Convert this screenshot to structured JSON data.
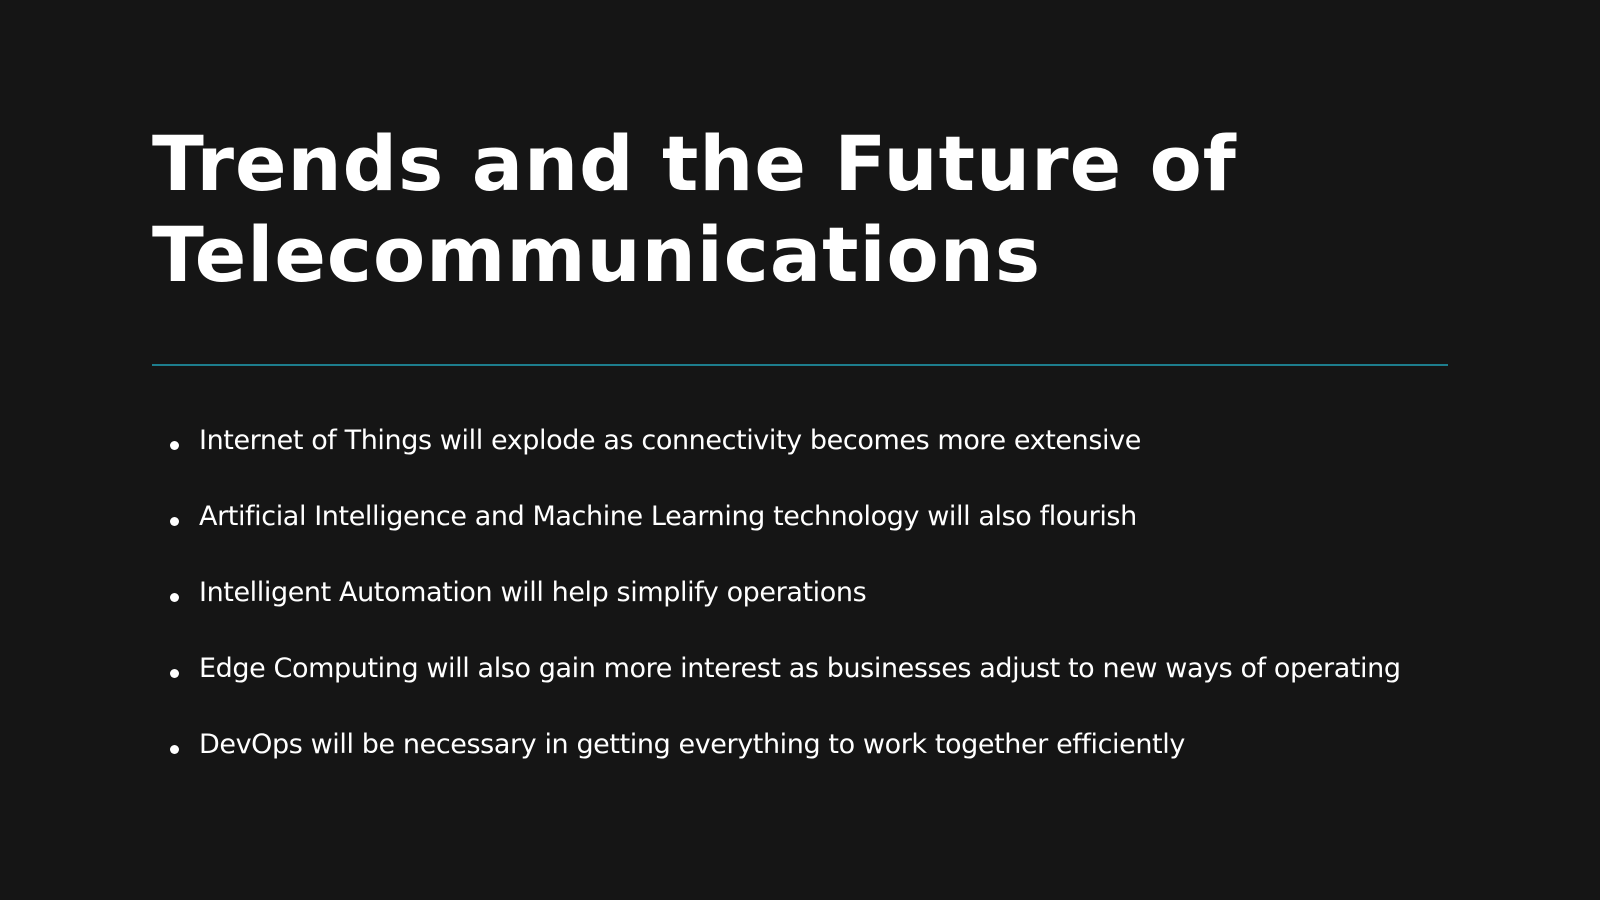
{
  "slide": {
    "title_lines": [
      "Trends and the Future of",
      "Telecommunications"
    ],
    "bullets": [
      "Internet of Things will explode as connectivity becomes more extensive",
      "Artificial Intelligence and Machine Learning technology will also flourish",
      "Intelligent Automation will help simplify operations",
      "Edge Computing will also gain more interest as businesses adjust to new ways of operating",
      "DevOps will be necessary in getting everything to work together efficiently"
    ]
  },
  "colors": {
    "background": "#151515",
    "text": "#ffffff",
    "accent_divider": "#1d7d8d"
  }
}
